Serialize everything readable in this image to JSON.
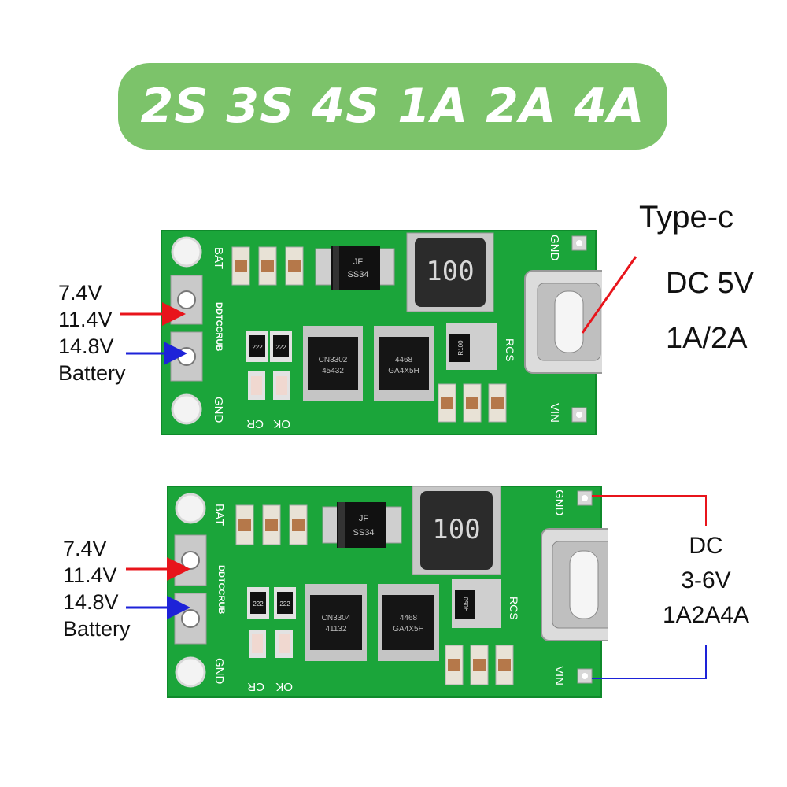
{
  "banner": {
    "text": "2S 3S 4S 1A 2A 4A"
  },
  "top_board": {
    "left_label": {
      "line1": "7.4V",
      "line2": "11.4V",
      "line3": "14.8V",
      "line4": "Battery"
    },
    "right_label": {
      "line1": "Type-c",
      "line2": "DC 5V",
      "line3": "1A/2A"
    },
    "silk": {
      "bat": "BAT",
      "gnd_left": "GND",
      "gnd_right": "GND",
      "vin": "VIN",
      "rcs": "RCS",
      "brand": "DDTCCRUB",
      "cr": "CR",
      "ok": "OK",
      "diode_top": "JF",
      "diode_bot": "SS34",
      "inductor": "100",
      "ic1_top": "CN3302",
      "ic1_bot": "45432",
      "ic2_top": "4468",
      "ic2_bot": "GA4X5H",
      "res_a": "222",
      "res_b": "222",
      "rsense": "R100"
    }
  },
  "bottom_board": {
    "left_label": {
      "line1": "7.4V",
      "line2": "11.4V",
      "line3": "14.8V",
      "line4": "Battery"
    },
    "right_label": {
      "line1": "DC",
      "line2": "3-6V",
      "line3": "1A2A4A"
    },
    "silk": {
      "bat": "BAT",
      "gnd_left": "GND",
      "gnd_right": "GND",
      "vin": "VIN",
      "rcs": "RCS",
      "brand": "DDTCCRUB",
      "cr": "CR",
      "ok": "OK",
      "diode_top": "JF",
      "diode_bot": "SS34",
      "inductor": "100",
      "ic1_top": "CN3304",
      "ic1_bot": "41132",
      "ic2_top": "4468",
      "ic2_bot": "GA4X5H",
      "res_a": "222",
      "res_b": "222",
      "rsense": "R050"
    }
  },
  "colors": {
    "banner": "#7cc36a",
    "pcb": "#1ba53a",
    "red_arrow": "#e8141b",
    "blue_arrow": "#1d22d8"
  }
}
